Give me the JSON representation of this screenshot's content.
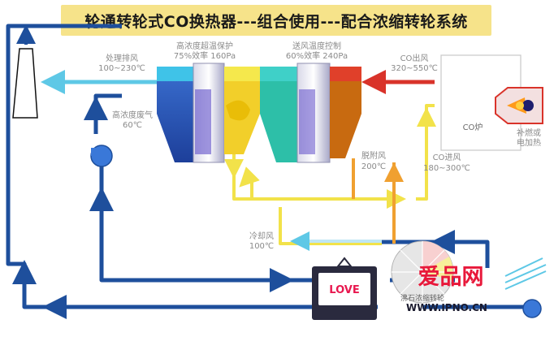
{
  "title": "轮通转轮式CO换热器---组合使用---配合浓缩转轮系统",
  "labels": {
    "hx1_name": "高浓度超温保护",
    "hx1_spec": "75%效率 160Pa",
    "hx2_name": "送风温度控制",
    "hx2_spec": "60%效率 240Pa",
    "exhaust_name": "处理排风",
    "exhaust_temp": "100~230℃",
    "high_gas_name": "高浓度废气",
    "high_gas_temp": "60℃",
    "co_out_name": "CO出风",
    "co_out_temp": "320~550℃",
    "co_furnace": "CO炉",
    "burn_1": "补燃或",
    "burn_2": "电加热",
    "desorb_name": "脱附风",
    "desorb_temp": "200℃",
    "co_in_name": "CO进风",
    "co_in_temp": "180~300℃",
    "cool_name": "冷却风",
    "cool_temp": "100℃",
    "rotor_label": "沸石浓缩转轮"
  },
  "watermark": {
    "text": "爱品网",
    "url": "WWW.IPNO.CN",
    "badge": "LOVE"
  },
  "colors": {
    "dark_blue": "#1e4f9c",
    "light_blue": "#5ec8e6",
    "yellow": "#f7ec6a",
    "orange": "#f0a030",
    "red": "#d9332a",
    "banner": "#f6e38a"
  }
}
